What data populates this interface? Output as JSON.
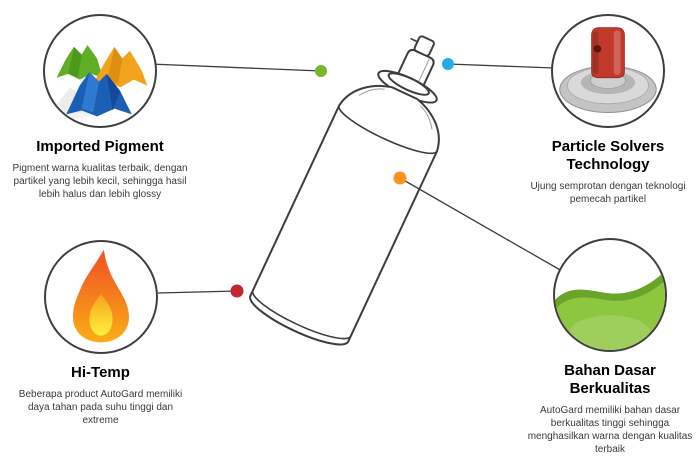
{
  "features": {
    "imported_pigment": {
      "title": "Imported Pigment",
      "description": "Pigment warna kualitas terbaik, dengan partikel yang lebih kecil, sehingga hasil lebih halus dan lebih glossy",
      "dot_color": "#76b82a",
      "icon": "pigment-powder-icon"
    },
    "particle_solvers": {
      "title": "Particle Solvers Technology",
      "description": "Ujung semprotan dengan teknologi pemecah partikel",
      "dot_color": "#29abe2",
      "icon": "spray-nozzle-icon"
    },
    "hi_temp": {
      "title": "Hi-Temp",
      "description": "Beberapa product AutoGard memiliki daya tahan pada suhu tinggi dan extreme",
      "dot_color": "#c1272d",
      "icon": "flame-icon"
    },
    "bahan_dasar": {
      "title": "Bahan Dasar Berkualitas",
      "description": "AutoGard memiliki bahan dasar berkualitas tinggi sehingga menghasilkan warna dengan kualitas terbaik",
      "dot_color": "#f7931e",
      "icon": "green-paint-icon"
    }
  },
  "connectors": {
    "line_color": "#3d3d3d"
  },
  "illustration": {
    "name": "aerosol-spray-can",
    "outline_color": "#3d3d3d"
  }
}
